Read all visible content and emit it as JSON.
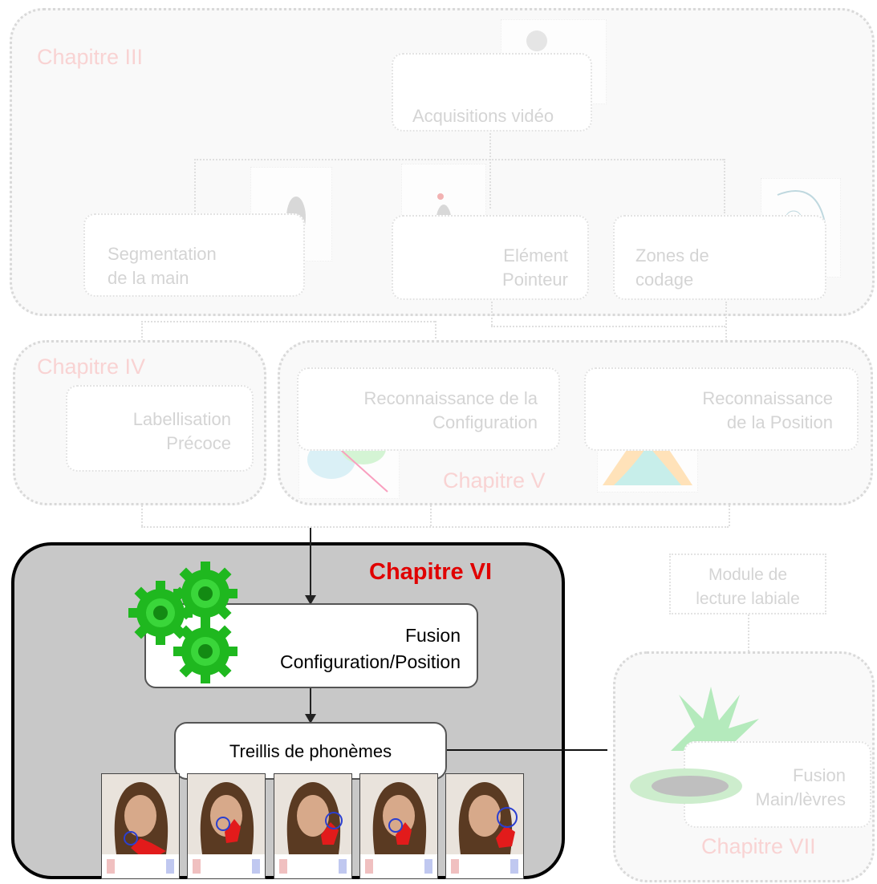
{
  "chapters": {
    "iii": "Chapitre III",
    "iv": "Chapitre IV",
    "v": "Chapitre V",
    "vi": "Chapitre VI",
    "vii": "Chapitre VII"
  },
  "nodes": {
    "acquisitions": "Acquisitions vidéo",
    "segmentation_l1": "Segmentation",
    "segmentation_l2": "de la main",
    "pointeur_l1": "Elément",
    "pointeur_l2": "Pointeur",
    "zones_l1": "Zones de",
    "zones_l2": "codage",
    "labellisation_l1": "Labellisation",
    "labellisation_l2": "Précoce",
    "reco_config_l1": "Reconnaissance de la",
    "reco_config_l2": "Configuration",
    "reco_pos_l1": "Reconnaissance",
    "reco_pos_l2": "de la Position",
    "fusion_l1": "Fusion",
    "fusion_l2": "Configuration/Position",
    "treillis": "Treillis de phonèmes",
    "module_l1": "Module de",
    "module_l2": "lecture labiale",
    "fusion_ml_l1": "Fusion",
    "fusion_ml_l2": "Main/lèvres"
  },
  "colors": {
    "chapter_label_active": "#e00000",
    "chapter_label_faded": "#f08a8a",
    "gear": "#22c422",
    "hand": "#e01010",
    "circle": "#2a3fd0"
  },
  "icons": [
    "gear-icon",
    "hand-icon",
    "face-image",
    "mouth-icon",
    "plot-image"
  ]
}
